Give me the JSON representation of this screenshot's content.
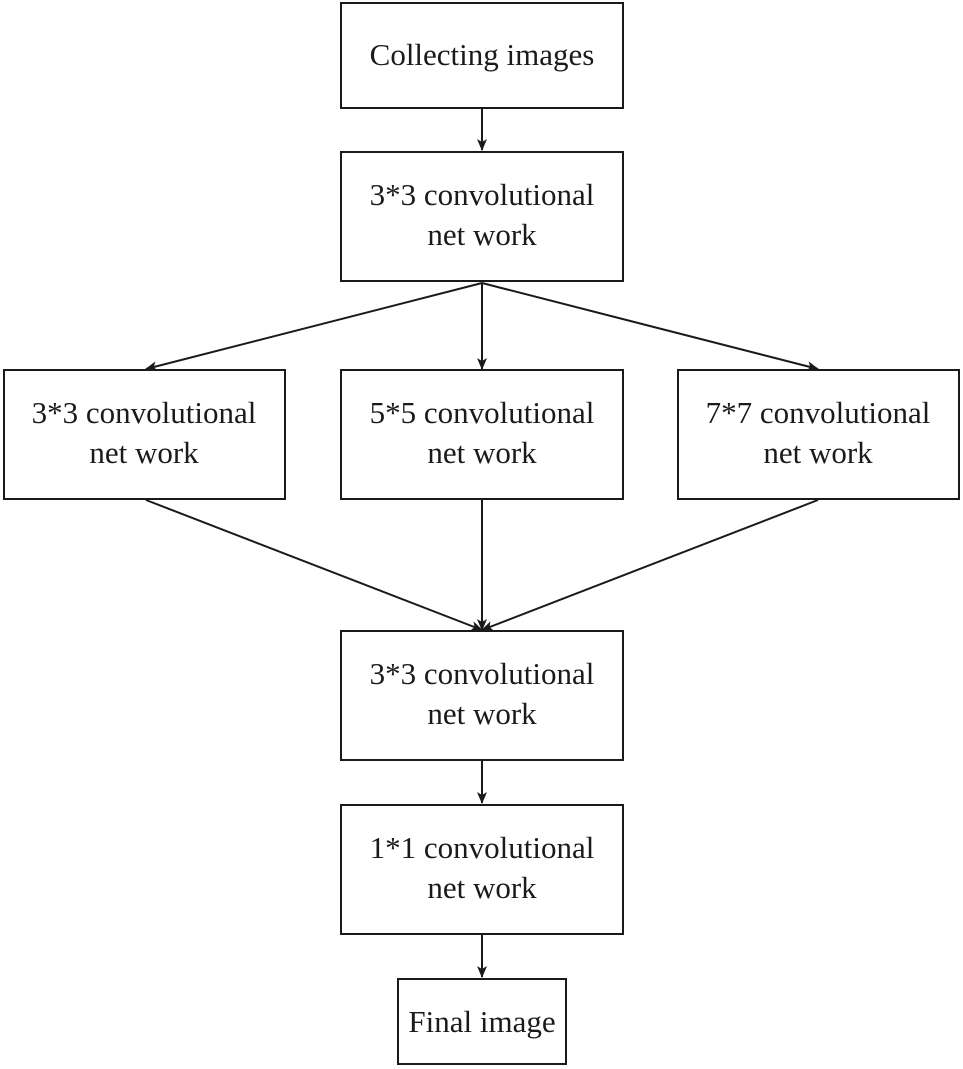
{
  "diagram": {
    "nodes": {
      "collect": {
        "lines": [
          "Collecting images"
        ]
      },
      "conv_top": {
        "lines": [
          "3*3 convolutional",
          "net work"
        ]
      },
      "conv_left": {
        "lines": [
          "3*3 convolutional",
          "net work"
        ]
      },
      "conv_mid": {
        "lines": [
          "5*5 convolutional",
          "net work"
        ]
      },
      "conv_right": {
        "lines": [
          "7*7 convolutional",
          "net work"
        ]
      },
      "conv_merge": {
        "lines": [
          "3*3 convolutional",
          "net work"
        ]
      },
      "conv_1x1": {
        "lines": [
          "1*1 convolutional",
          "net work"
        ]
      },
      "final": {
        "lines": [
          "Final image"
        ]
      }
    },
    "edges": [
      {
        "from": "collect",
        "to": "conv_top"
      },
      {
        "from": "conv_top",
        "to": "conv_left"
      },
      {
        "from": "conv_top",
        "to": "conv_mid"
      },
      {
        "from": "conv_top",
        "to": "conv_right"
      },
      {
        "from": "conv_left",
        "to": "conv_merge"
      },
      {
        "from": "conv_mid",
        "to": "conv_merge"
      },
      {
        "from": "conv_right",
        "to": "conv_merge"
      },
      {
        "from": "conv_merge",
        "to": "conv_1x1"
      },
      {
        "from": "conv_1x1",
        "to": "final"
      }
    ]
  }
}
